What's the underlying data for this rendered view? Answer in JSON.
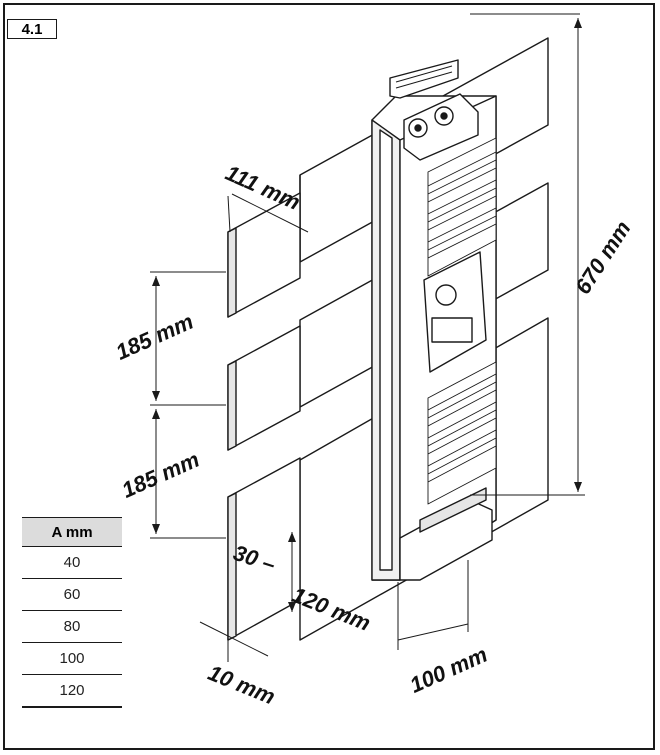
{
  "figure_label": "4.1",
  "dimensions": {
    "width_111": "111 mm",
    "height_185_top": "185 mm",
    "height_185_bottom": "185 mm",
    "height_670": "670 mm",
    "range_30": "30 –",
    "range_120": "120 mm",
    "depth_10": "10 mm",
    "width_100": "100 mm"
  },
  "table": {
    "header": "A mm",
    "rows": [
      "40",
      "60",
      "80",
      "100",
      "120"
    ]
  }
}
